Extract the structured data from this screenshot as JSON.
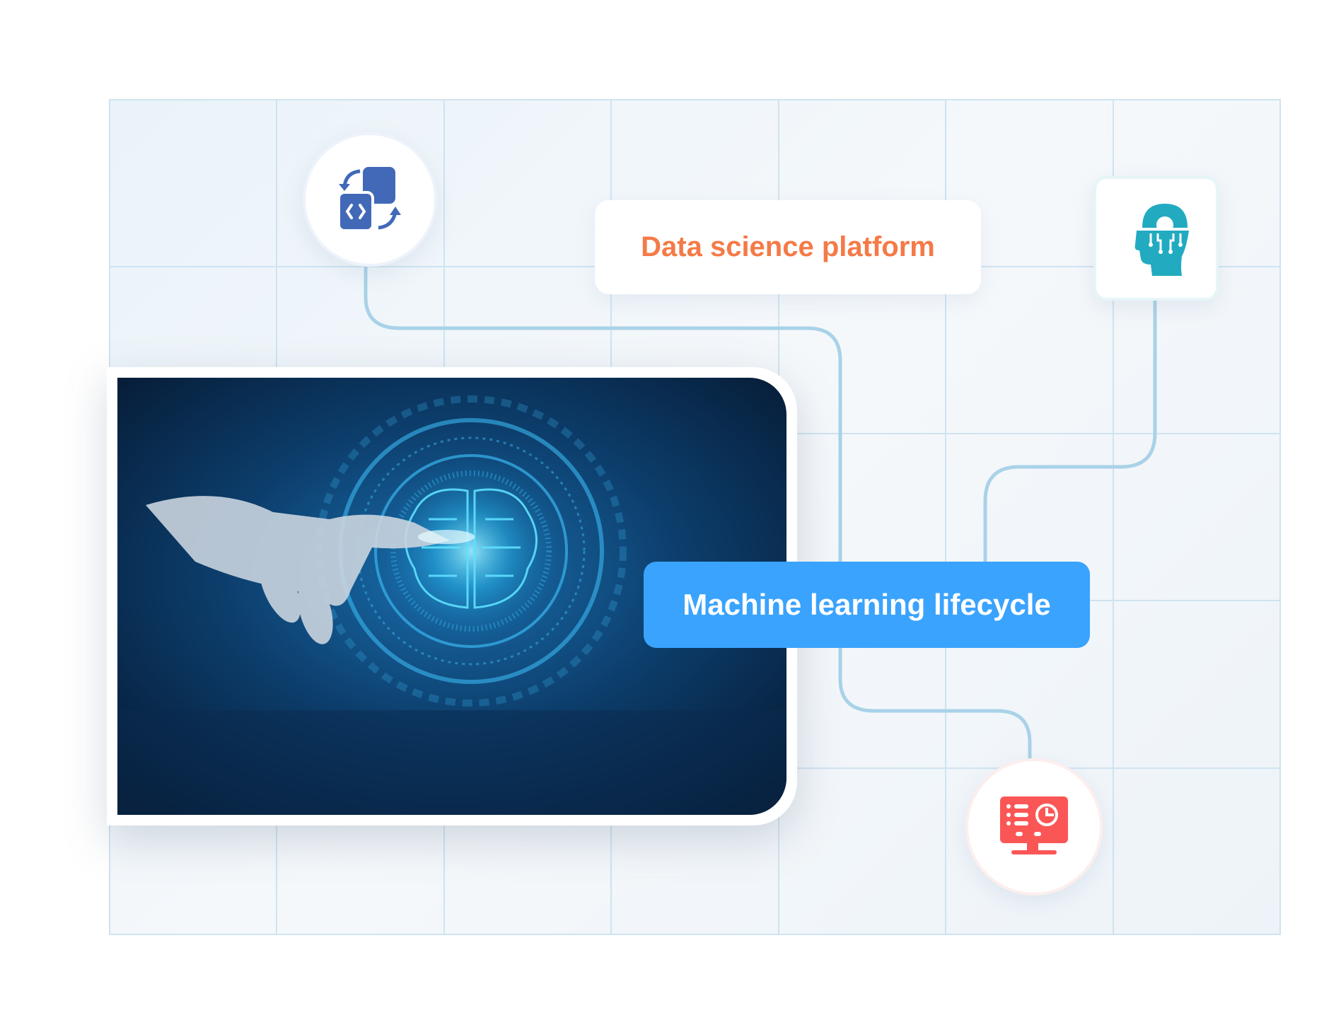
{
  "labels": {
    "data_science": "Data science platform",
    "ml_lifecycle": "Machine learning lifecycle"
  },
  "icons": {
    "top_left": "code-sync-icon",
    "top_right": "ai-head-gear-icon",
    "bottom": "monitor-dashboard-icon",
    "photo": "robot-hand-brain-image"
  },
  "colors": {
    "orange": "#f47a47",
    "blue_label": "#3aa3fd",
    "code_icon": "#4169b8",
    "head_icon": "#22abc0",
    "monitor_icon": "#fb5656",
    "wire": "#a9d2e8",
    "grid_line": "#cfe3f1"
  }
}
